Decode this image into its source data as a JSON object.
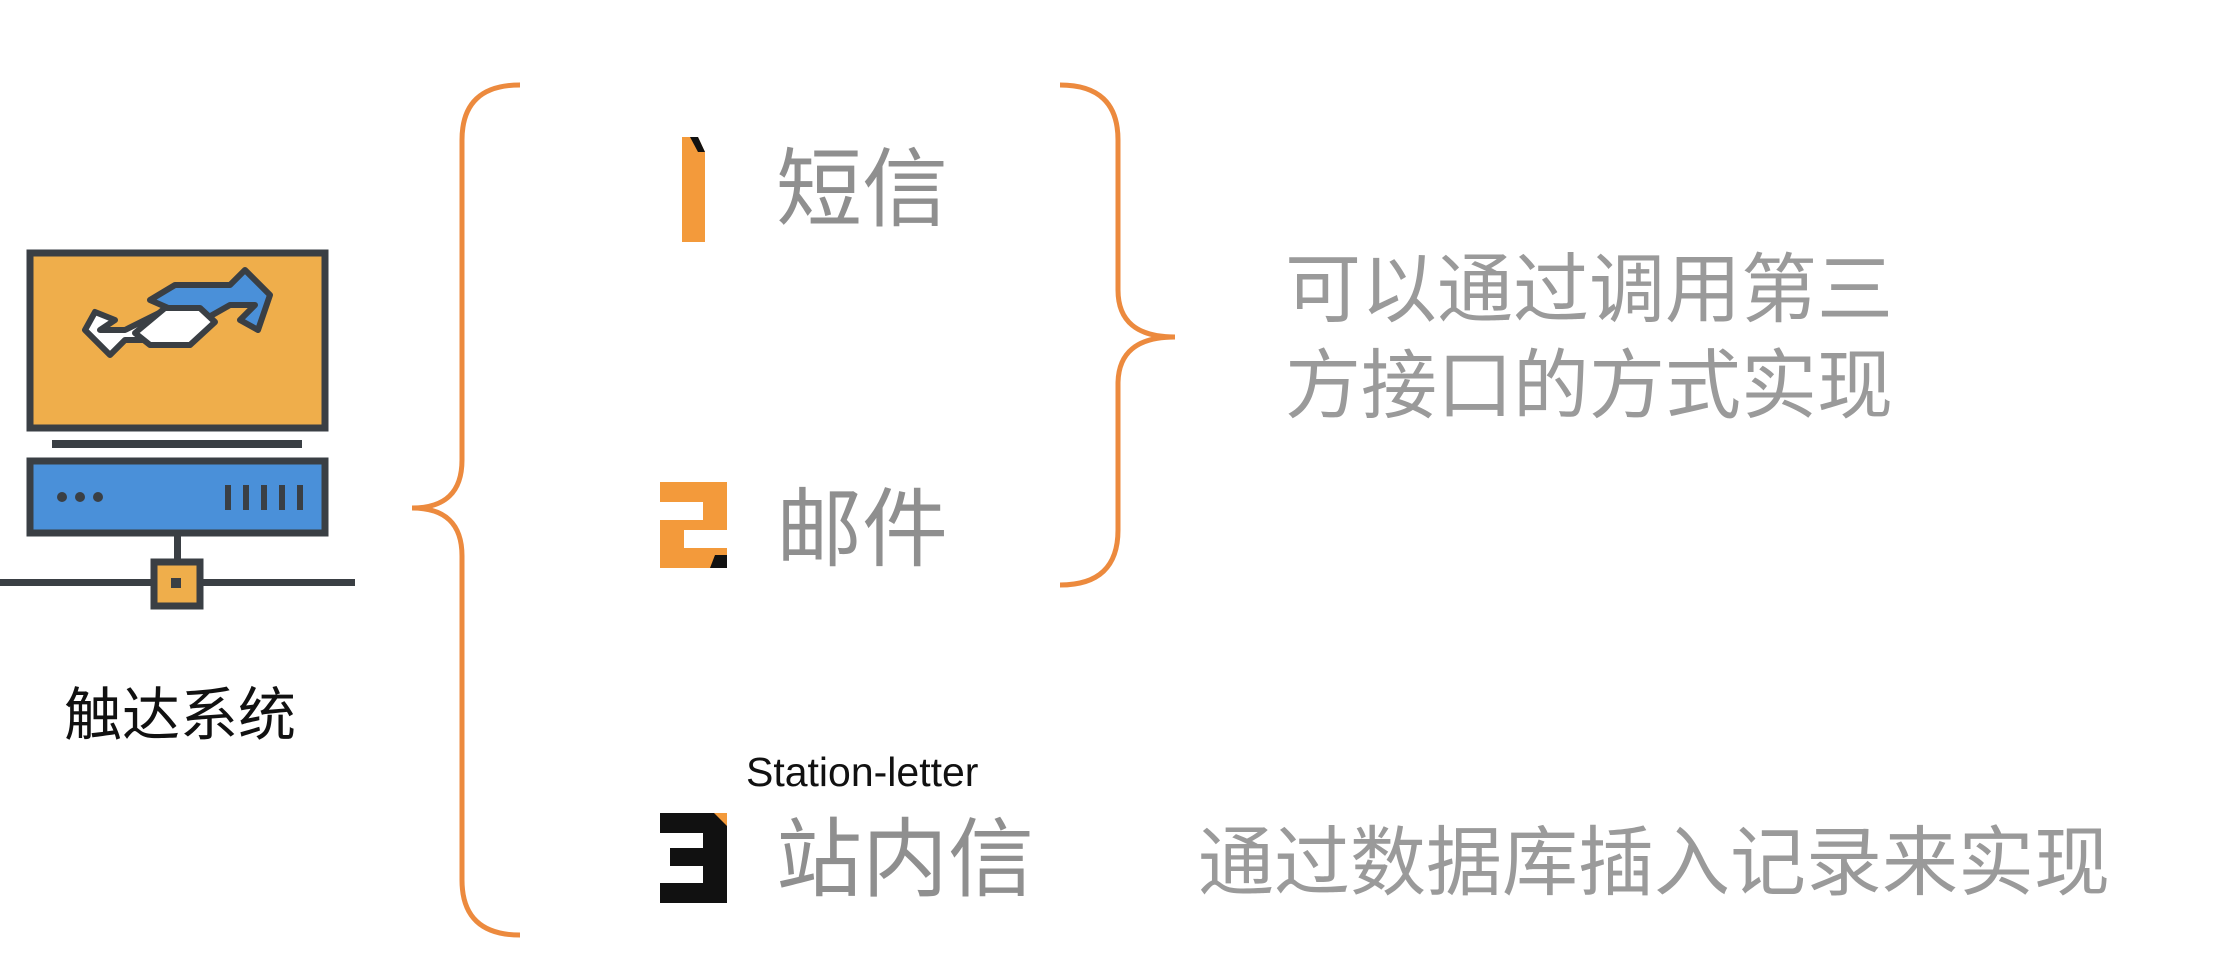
{
  "colors": {
    "accent_orange": "#F39A3B",
    "bracket": "#EC8A3E",
    "monitor_screen": "#EFAE4B",
    "server_blue": "#4A90D9",
    "outline": "#3A3F44",
    "muted_text": "#8F8F8F",
    "dark_text": "#111111"
  },
  "system": {
    "label": "触达系统",
    "icon": "monitor-server-icon"
  },
  "channels": [
    {
      "number": "1",
      "label": "短信"
    },
    {
      "number": "2",
      "label": "邮件"
    },
    {
      "number": "3",
      "label": "站内信",
      "note": "Station-letter"
    }
  ],
  "descriptions": {
    "third_party_line1": "可以通过调用第三",
    "third_party_line2": "方接口的方式实现",
    "database": "通过数据库插入记录来实现"
  }
}
